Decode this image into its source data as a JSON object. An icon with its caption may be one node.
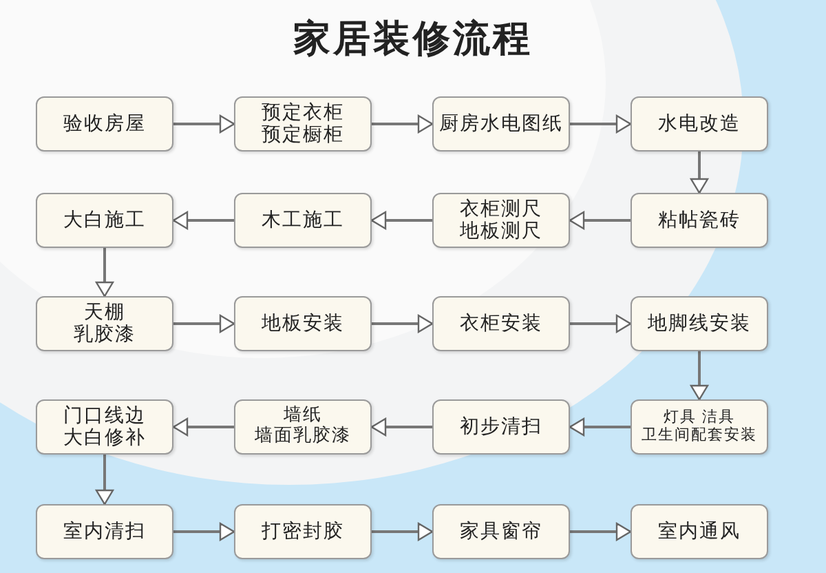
{
  "diagram": {
    "title": "家居装修流程",
    "nodes": [
      {
        "text": [
          "验收房屋"
        ]
      },
      {
        "text": [
          "预定衣柜预定橱柜"
        ]
      },
      {
        "text": [
          "厨房水电图纸"
        ]
      },
      {
        "text": [
          "水电改造"
        ]
      },
      {
        "text": [
          "大白施工"
        ]
      },
      {
        "text": [
          "木工施工"
        ]
      },
      {
        "text": [
          "衣柜测尺地板测尺"
        ]
      },
      {
        "text": [
          "粘帖瓷砖"
        ]
      },
      {
        "text": [
          "天棚乳胶漆"
        ]
      },
      {
        "text": [
          "地板安装"
        ]
      },
      {
        "text": [
          "衣柜安装"
        ]
      },
      {
        "text": [
          "地脚线安装"
        ]
      },
      {
        "text": [
          "门口线边大白修补"
        ]
      },
      {
        "text": [
          "墙纸墙面乳胶漆"
        ]
      },
      {
        "text": [
          "初步清扫"
        ]
      },
      {
        "text": [
          "灯具 洁具卫生间配套安装"
        ]
      },
      {
        "text": [
          "室内清扫"
        ]
      },
      {
        "text": [
          "打密封胶"
        ]
      },
      {
        "text": [
          "家具窗帘"
        ]
      },
      {
        "text": [
          "室内通风"
        ]
      }
    ],
    "edges": [
      {
        "from": 0,
        "to": 1,
        "arrow": "to"
      },
      {
        "from": 1,
        "to": 2,
        "arrow": "to"
      },
      {
        "from": 2,
        "to": 3,
        "arrow": "to"
      },
      {
        "from": 3,
        "to": 7,
        "arrow": "to"
      },
      {
        "from": 7,
        "to": 6,
        "arrow": "to"
      },
      {
        "from": 6,
        "to": 5,
        "arrow": "to"
      },
      {
        "from": 5,
        "to": 4,
        "arrow": "to"
      },
      {
        "from": 4,
        "to": 8,
        "arrow": "to"
      },
      {
        "from": 8,
        "to": 9,
        "arrow": "to"
      },
      {
        "from": 9,
        "to": 10,
        "arrow": "to"
      },
      {
        "from": 10,
        "to": 11,
        "arrow": "to"
      },
      {
        "from": 11,
        "to": 15,
        "arrow": "to"
      },
      {
        "from": 15,
        "to": 14,
        "arrow": "to"
      },
      {
        "from": 14,
        "to": 13,
        "arrow": "to"
      },
      {
        "from": 13,
        "to": 12,
        "arrow": "to"
      },
      {
        "from": 12,
        "to": 16,
        "arrow": "to"
      },
      {
        "from": 16,
        "to": 17,
        "arrow": "to"
      },
      {
        "from": 17,
        "to": 18,
        "arrow": "to"
      },
      {
        "from": 18,
        "to": 19,
        "arrow": "to"
      }
    ]
  }
}
